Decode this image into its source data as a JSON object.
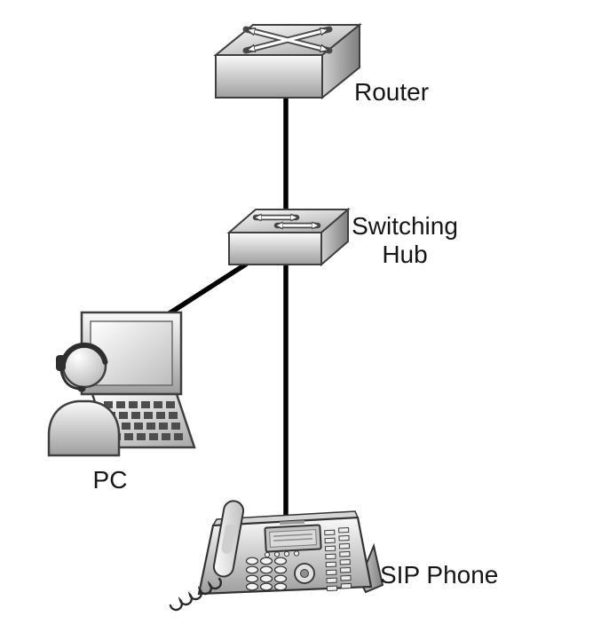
{
  "diagram": {
    "type": "network-topology",
    "nodes": [
      {
        "id": "router",
        "label": "Router",
        "icon": "router-icon"
      },
      {
        "id": "switching-hub",
        "label": "Switching Hub",
        "label_lines": [
          "Switching",
          "Hub"
        ],
        "icon": "switching-hub-icon"
      },
      {
        "id": "pc",
        "label": "PC",
        "icon": "pc-with-headset-user-icon"
      },
      {
        "id": "sip-phone",
        "label": "SIP Phone",
        "icon": "desk-phone-icon"
      }
    ],
    "edges": [
      {
        "from": "router",
        "to": "switching-hub"
      },
      {
        "from": "switching-hub",
        "to": "pc"
      },
      {
        "from": "switching-hub",
        "to": "sip-phone"
      }
    ],
    "colors": {
      "connector": "#000000",
      "outline": "#3f3f3f",
      "label_text": "#161616",
      "background": "#ffffff"
    }
  }
}
